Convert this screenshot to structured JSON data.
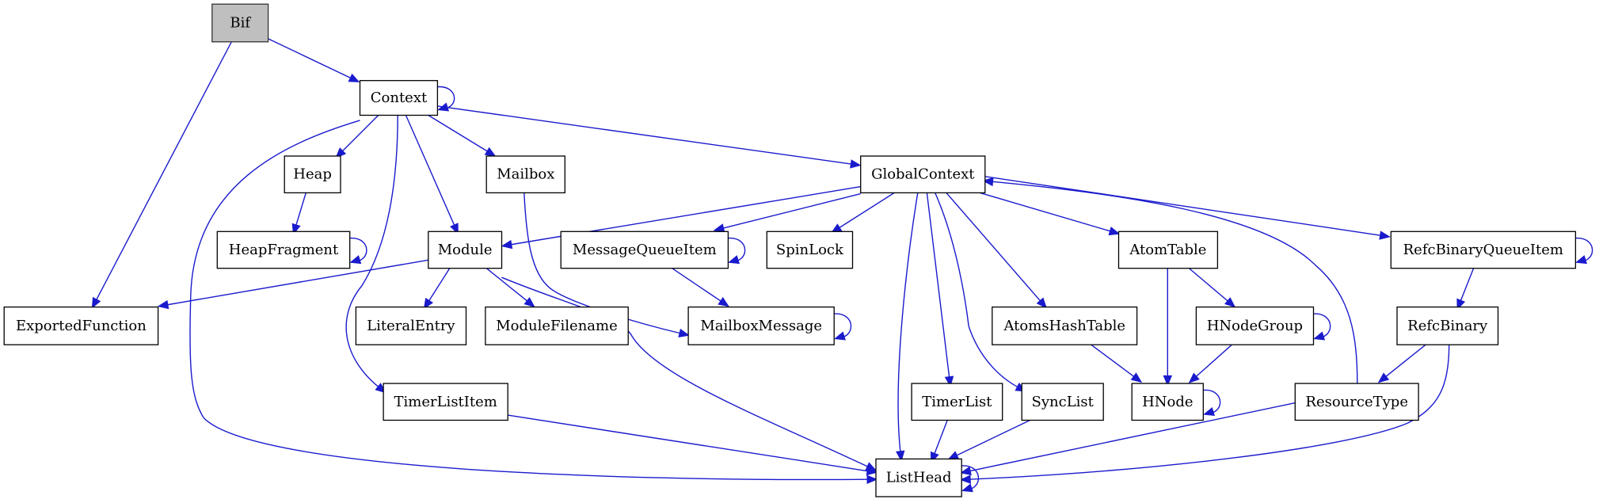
{
  "diagram": {
    "type": "directed-graph",
    "colors": {
      "edge": "#1a1acd",
      "node_border": "#000000",
      "node_fill": "#ffffff",
      "root_fill": "#bfbfbf"
    },
    "nodes": [
      {
        "id": "Bif",
        "label": "Bif",
        "root": true
      },
      {
        "id": "Context",
        "label": "Context"
      },
      {
        "id": "Heap",
        "label": "Heap"
      },
      {
        "id": "Mailbox",
        "label": "Mailbox"
      },
      {
        "id": "GlobalContext",
        "label": "GlobalContext"
      },
      {
        "id": "HeapFragment",
        "label": "HeapFragment"
      },
      {
        "id": "Module",
        "label": "Module"
      },
      {
        "id": "MessageQueueItem",
        "label": "MessageQueueItem"
      },
      {
        "id": "SpinLock",
        "label": "SpinLock"
      },
      {
        "id": "AtomTable",
        "label": "AtomTable"
      },
      {
        "id": "RefcBinaryQueueItem",
        "label": "RefcBinaryQueueItem"
      },
      {
        "id": "ExportedFunction",
        "label": "ExportedFunction"
      },
      {
        "id": "LiteralEntry",
        "label": "LiteralEntry"
      },
      {
        "id": "ModuleFilename",
        "label": "ModuleFilename"
      },
      {
        "id": "MailboxMessage",
        "label": "MailboxMessage"
      },
      {
        "id": "AtomsHashTable",
        "label": "AtomsHashTable"
      },
      {
        "id": "HNodeGroup",
        "label": "HNodeGroup"
      },
      {
        "id": "RefcBinary",
        "label": "RefcBinary"
      },
      {
        "id": "TimerListItem",
        "label": "TimerListItem"
      },
      {
        "id": "TimerList",
        "label": "TimerList"
      },
      {
        "id": "SyncList",
        "label": "SyncList"
      },
      {
        "id": "HNode",
        "label": "HNode"
      },
      {
        "id": "ResourceType",
        "label": "ResourceType"
      },
      {
        "id": "ListHead",
        "label": "ListHead"
      }
    ],
    "edges": [
      {
        "from": "Bif",
        "to": "Context"
      },
      {
        "from": "Bif",
        "to": "ExportedFunction"
      },
      {
        "from": "Context",
        "to": "Context"
      },
      {
        "from": "Context",
        "to": "Heap"
      },
      {
        "from": "Context",
        "to": "Mailbox"
      },
      {
        "from": "Context",
        "to": "Module"
      },
      {
        "from": "Context",
        "to": "GlobalContext"
      },
      {
        "from": "Context",
        "to": "TimerListItem"
      },
      {
        "from": "Context",
        "to": "ListHead"
      },
      {
        "from": "Heap",
        "to": "HeapFragment"
      },
      {
        "from": "HeapFragment",
        "to": "HeapFragment"
      },
      {
        "from": "Mailbox",
        "to": "MailboxMessage"
      },
      {
        "from": "GlobalContext",
        "to": "Module"
      },
      {
        "from": "GlobalContext",
        "to": "MessageQueueItem"
      },
      {
        "from": "GlobalContext",
        "to": "SpinLock"
      },
      {
        "from": "GlobalContext",
        "to": "ListHead"
      },
      {
        "from": "GlobalContext",
        "to": "TimerList"
      },
      {
        "from": "GlobalContext",
        "to": "SyncList"
      },
      {
        "from": "GlobalContext",
        "to": "AtomsHashTable"
      },
      {
        "from": "GlobalContext",
        "to": "AtomTable"
      },
      {
        "from": "GlobalContext",
        "to": "RefcBinaryQueueItem"
      },
      {
        "from": "Module",
        "to": "ExportedFunction"
      },
      {
        "from": "Module",
        "to": "LiteralEntry"
      },
      {
        "from": "Module",
        "to": "ModuleFilename"
      },
      {
        "from": "Module",
        "to": "ListHead"
      },
      {
        "from": "MessageQueueItem",
        "to": "MessageQueueItem"
      },
      {
        "from": "MessageQueueItem",
        "to": "MailboxMessage"
      },
      {
        "from": "MailboxMessage",
        "to": "MailboxMessage"
      },
      {
        "from": "AtomTable",
        "to": "HNode"
      },
      {
        "from": "AtomTable",
        "to": "HNodeGroup"
      },
      {
        "from": "HNodeGroup",
        "to": "HNodeGroup"
      },
      {
        "from": "HNodeGroup",
        "to": "HNode"
      },
      {
        "from": "AtomsHashTable",
        "to": "HNode"
      },
      {
        "from": "HNode",
        "to": "HNode"
      },
      {
        "from": "RefcBinaryQueueItem",
        "to": "RefcBinaryQueueItem"
      },
      {
        "from": "RefcBinaryQueueItem",
        "to": "RefcBinary"
      },
      {
        "from": "RefcBinary",
        "to": "ResourceType"
      },
      {
        "from": "RefcBinary",
        "to": "ListHead"
      },
      {
        "from": "ResourceType",
        "to": "GlobalContext"
      },
      {
        "from": "ResourceType",
        "to": "ListHead"
      },
      {
        "from": "TimerListItem",
        "to": "ListHead"
      },
      {
        "from": "TimerList",
        "to": "ListHead"
      },
      {
        "from": "SyncList",
        "to": "ListHead"
      },
      {
        "from": "ListHead",
        "to": "ListHead"
      }
    ]
  }
}
